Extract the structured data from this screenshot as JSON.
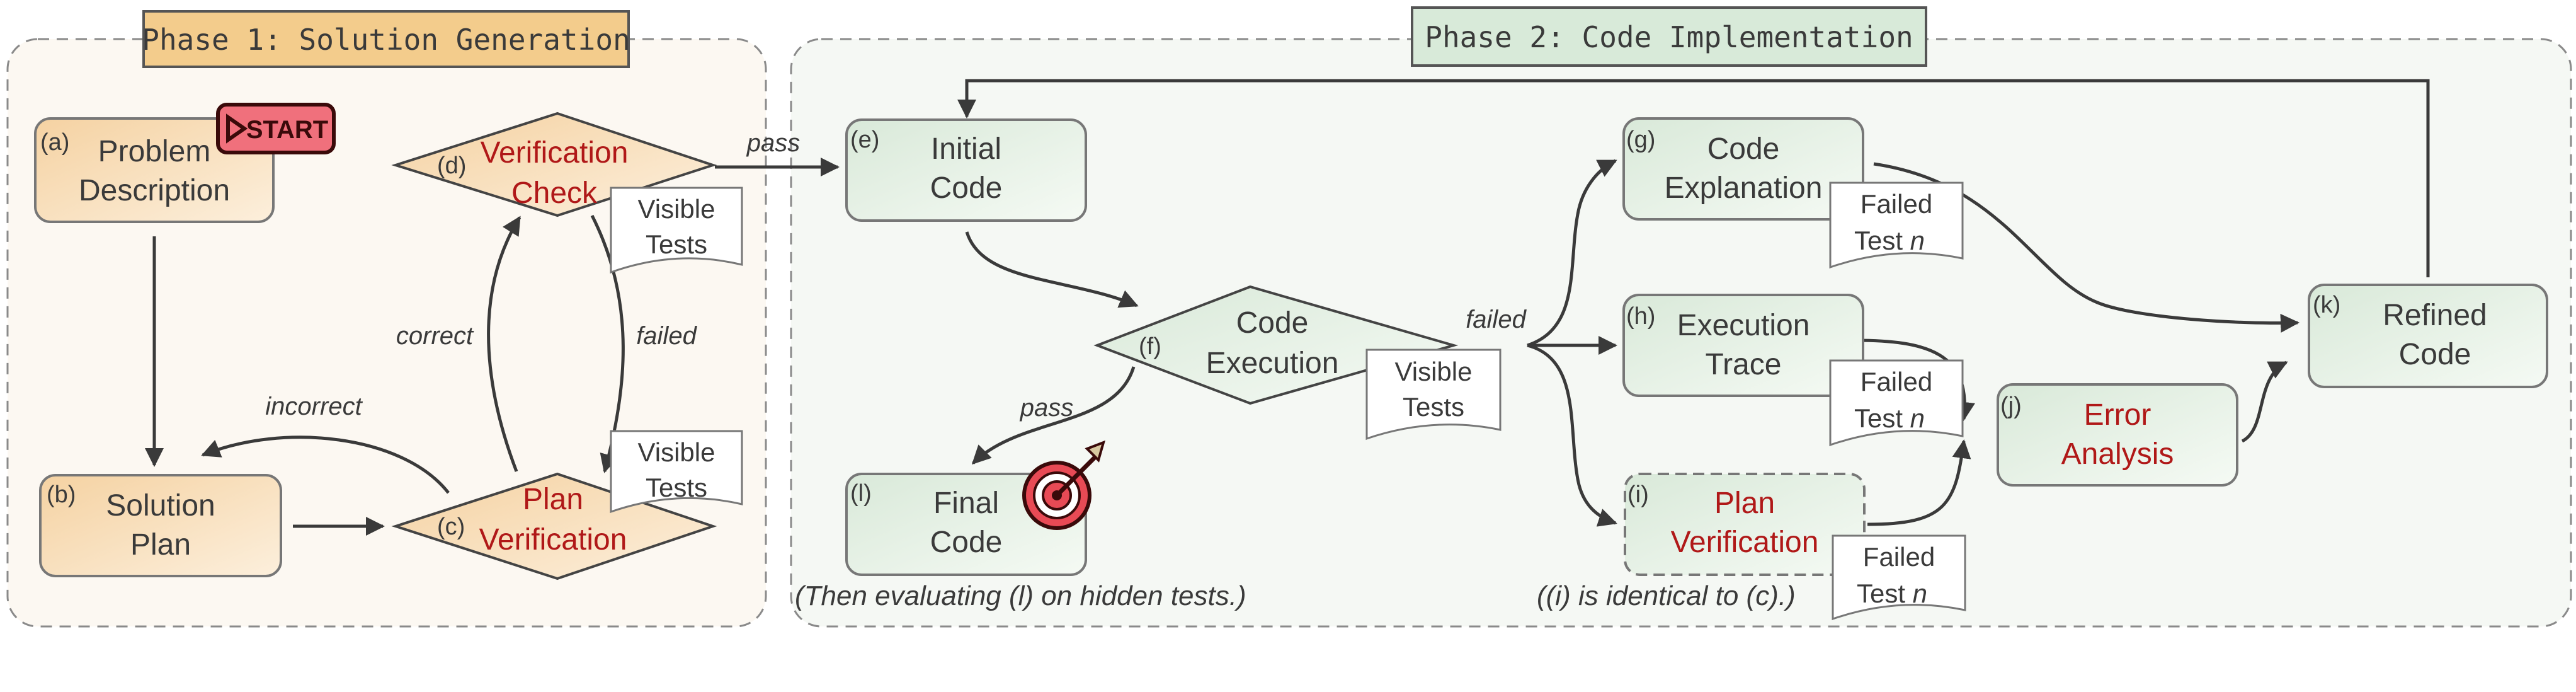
{
  "phases": {
    "phase1": "Phase 1: Solution Generation",
    "phase2": "Phase 2: Code Implementation"
  },
  "nodes": {
    "a": {
      "id": "(a)",
      "lines": [
        "Problem",
        "Description"
      ]
    },
    "b": {
      "id": "(b)",
      "lines": [
        "Solution",
        "Plan"
      ]
    },
    "c": {
      "id": "(c)",
      "lines": [
        "Plan",
        "Verification"
      ]
    },
    "d": {
      "id": "(d)",
      "lines": [
        "Verification",
        "Check"
      ]
    },
    "e": {
      "id": "(e)",
      "lines": [
        "Initial",
        "Code"
      ]
    },
    "f": {
      "id": "(f)",
      "lines": [
        "Code",
        "Execution"
      ]
    },
    "g": {
      "id": "(g)",
      "lines": [
        "Code",
        "Explanation"
      ]
    },
    "h": {
      "id": "(h)",
      "lines": [
        "Execution",
        "Trace"
      ]
    },
    "i": {
      "id": "(i)",
      "lines": [
        "Plan",
        "Verification"
      ]
    },
    "j": {
      "id": "(j)",
      "lines": [
        "Error",
        "Analysis"
      ]
    },
    "k": {
      "id": "(k)",
      "lines": [
        "Refined",
        "Code"
      ]
    },
    "l": {
      "id": "(l)",
      "lines": [
        "Final",
        "Code"
      ]
    }
  },
  "papers": {
    "visible_tests": [
      "Visible",
      "Tests"
    ],
    "failed_test": [
      "Failed",
      "Test "
    ],
    "failed_test_n": "n"
  },
  "edge_labels": {
    "pass": "pass",
    "correct": "correct",
    "failed": "failed",
    "incorrect": "incorrect"
  },
  "notes": {
    "final_eval": "(Then evaluating (l) on hidden tests.)",
    "identical": "((i) is identical to (c).)"
  },
  "start_badge": "START",
  "colors": {
    "phase1_fill": "#fcf7f0",
    "phase2_fill": "#f5f8f4",
    "phase1_title_fill": "#f3cc8c",
    "phase2_title_fill": "#d8ead9",
    "orange_node_fill": "#f8ddb4",
    "green_node_fill": "#e3efe3",
    "node_stroke": "#777777",
    "red_text": "#b01818",
    "start_fill": "#f0707c"
  }
}
